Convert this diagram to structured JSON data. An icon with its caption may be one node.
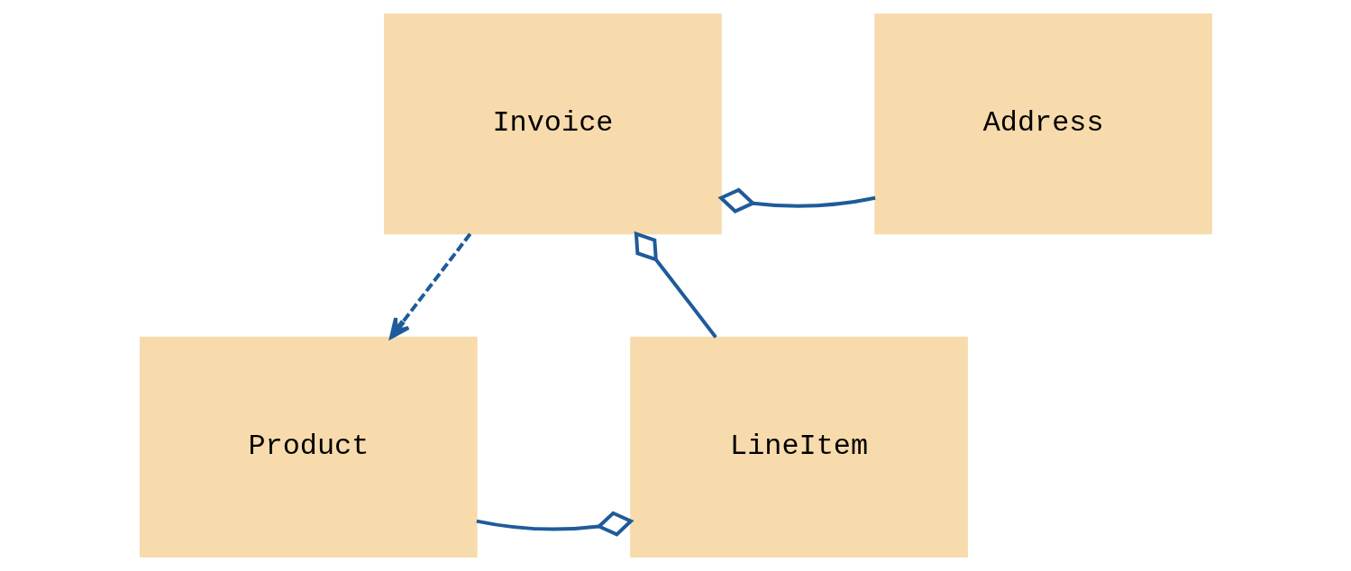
{
  "diagram": {
    "nodes": [
      {
        "text": [
          "Invoice"
        ]
      },
      {
        "text": [
          "Address"
        ]
      },
      {
        "text": [
          "Product"
        ]
      },
      {
        "text": [
          "LineItem"
        ]
      }
    ],
    "edges": [
      {
        "from": 0,
        "to": 2,
        "arrow": "to",
        "style": "dashed"
      },
      {
        "from": 1,
        "to": 0,
        "arrow": "other"
      },
      {
        "from": 3,
        "to": 0,
        "arrow": "other"
      },
      {
        "from": 2,
        "to": 3,
        "arrow": "other"
      }
    ]
  }
}
